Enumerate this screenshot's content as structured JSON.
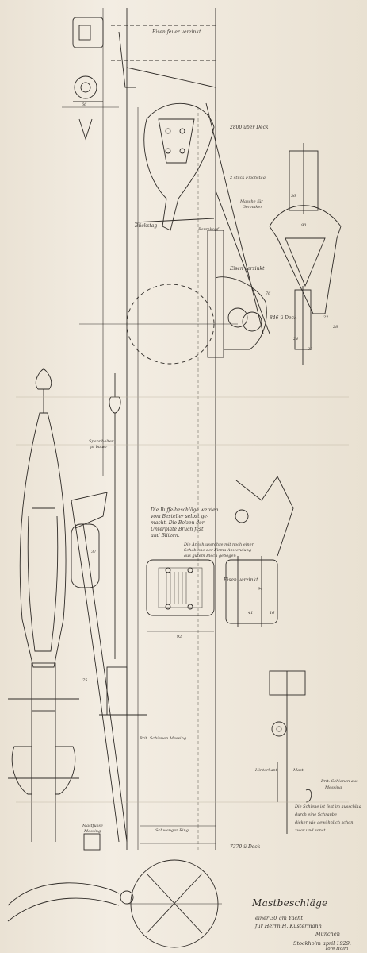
{
  "drawing": {
    "title": "Mastbeschläge",
    "subtitle_1": "einer 30 qm Yacht",
    "subtitle_2": "für Herrn H. Kustermann",
    "subtitle_city": "München",
    "place_date": "Stockholm april 1929.",
    "signature": "Tore Holm"
  },
  "labels": {
    "eisen_verzinkt_top": "Eisen feuer verzinkt",
    "deck_2800": "2800 über Deck",
    "stahl_flachstag": "2 stück Flachstag",
    "masche_fur": "Masche für",
    "gennaker": "Gennaker",
    "baumkopf": "Baumkopf",
    "buckstag": "Bückstag",
    "eisen_verzinkt_mid": "Eisen verzinkt",
    "deck_846": "846 ü Deck",
    "spannhalter": "Spannhalter",
    "spannhalter_2": "pt bauer",
    "note_1": "Die Buffelbeschläge werden",
    "note_2": "vom Besteller selbst ge-",
    "note_3": "macht. Die Bolzen der",
    "note_4": "Unterplate Bruch fest",
    "note_5": "und Blitzen.",
    "note_b_1": "Die Anschlussrohre mit noch einer",
    "note_b_2": "Schablone der Firma Anwendung",
    "note_b_3": "aus gutem Blech gebogen",
    "eisen_verzinkt_low": "Eisen verzinkt",
    "brit_schienen": "Brit. Schienen Messing",
    "schwanger_ring": "Schwanger Ring",
    "deck_7370": "7370 ü Deck",
    "mastfuss": "Mastfüsse",
    "messing": "Messing",
    "hinterkant": "Hinterkant",
    "mast": "Mast",
    "brit_schienen_2": "Brit. Schienen aus",
    "messing_2": "Messing",
    "note_c_1": "Die Schiene ist fest im ausschlag",
    "note_c_2": "durch eine Schraube",
    "note_c_3": "dicker wie gewöhnlich schon",
    "note_c_4": "zwar und sonst."
  },
  "dimensions": [
    "66",
    "90",
    "37",
    "92",
    "75",
    "36",
    "38",
    "24",
    "76",
    "94",
    "41",
    "16",
    "22",
    "28"
  ]
}
